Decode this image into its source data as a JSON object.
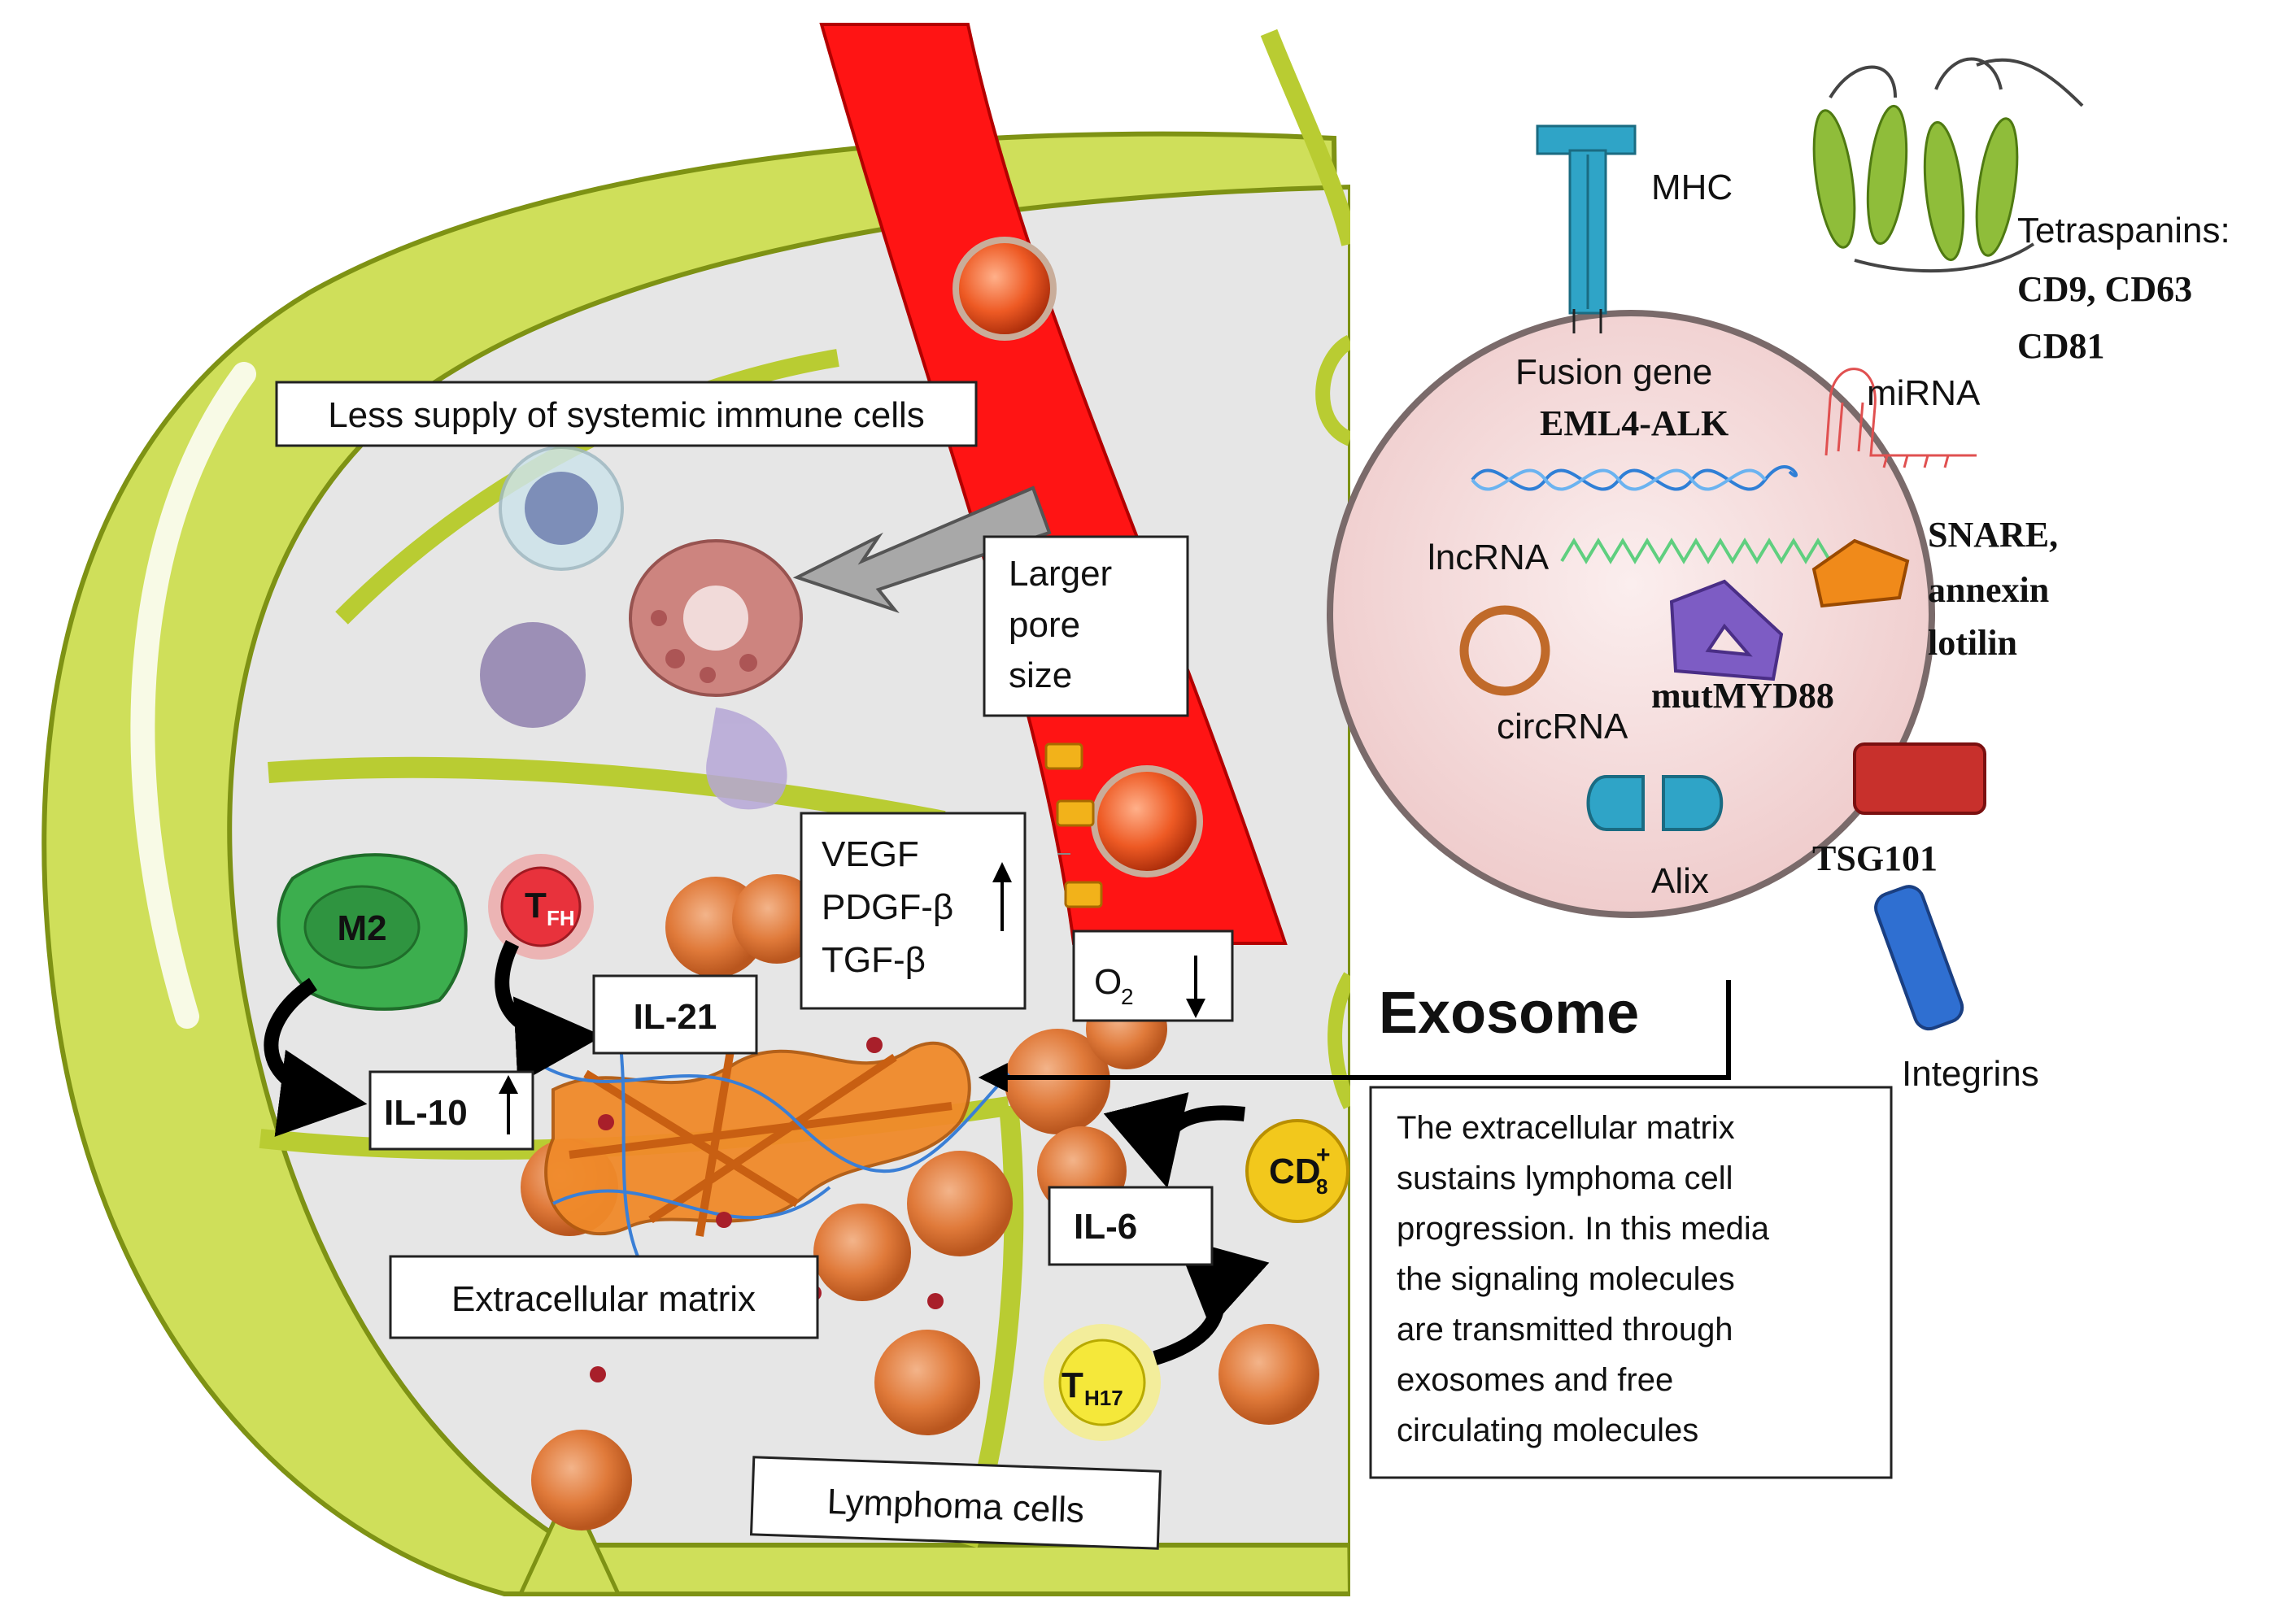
{
  "labels": {
    "less_supply": "Less supply of systemic immune cells",
    "larger_pore_1": "Larger",
    "larger_pore_2": "pore",
    "larger_pore_3": "size",
    "vegf": "VEGF",
    "pdgf": "PDGF-β",
    "tgf": "TGF-β",
    "o2": "O",
    "o2_sub": "2",
    "m2": "M2",
    "tfh": "T",
    "tfh_sub": "FH",
    "il21": "IL-21",
    "il10": "IL-10",
    "il6": "IL-6",
    "cd8": "CD",
    "cd8_sub": "8",
    "cd8_sup": "+",
    "th17": "T",
    "th17_sub": "H17",
    "ecm": "Extracellular matrix",
    "lymphoma": "Lymphoma cells",
    "exosome": "Exosome",
    "description": [
      "The extracellular matrix",
      "sustains lymphoma cell",
      "progression. In this media",
      "the signaling molecules",
      "are transmitted through",
      "exosomes and free",
      "circulating molecules"
    ]
  },
  "exosome_parts": {
    "mhc": "MHC",
    "tetraspanins": "Tetraspanins:",
    "tetraspanins_2": "CD9, CD63",
    "tetraspanins_3": "CD81",
    "fusion_gene": "Fusion gene",
    "eml4": "EML4-ALK",
    "mirna": "miRNA",
    "lncrna": "lncRNA",
    "snare_1": "SNARE,",
    "snare_2": "annexin",
    "snare_3": "lotilin",
    "circrna": "circRNA",
    "mutmyd88": "mutMYD88",
    "alix": "Alix",
    "tsg101": "TSG101",
    "integrins": "Integrins"
  },
  "colors": {
    "capsule": "#c8d94a",
    "capsule_dark": "#8fa31a",
    "vessel": "#ff1a1a",
    "exosome_fill": "#f6dede",
    "lymphoma_cell": "#e07a3a",
    "ecm": "#f08a2a",
    "m2": "#3cae4e",
    "tfh": "#e8323c",
    "cd8": "#f2c81c",
    "th17": "#f5e83a"
  },
  "icons": [
    "up-arrow-icon",
    "down-arrow-icon",
    "curved-arrow-icon",
    "dna-helix-icon",
    "hairpin-rna-icon",
    "ring-icon"
  ]
}
